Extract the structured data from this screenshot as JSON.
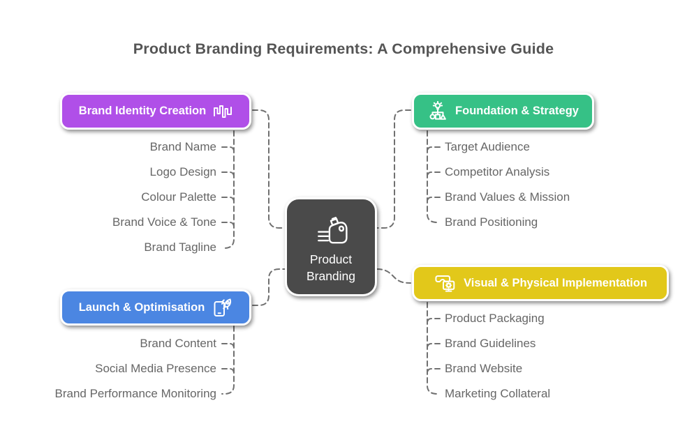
{
  "title": "Product Branding Requirements: A Comprehensive Guide",
  "colors": {
    "purple": "#b04fe8",
    "green": "#36c186",
    "blue": "#4b86e2",
    "yellow": "#e2c81a",
    "center": "#4a4a4a",
    "line": "#707070",
    "title_text": "#555555",
    "leaf_text": "#666666"
  },
  "center": {
    "label_line1": "Product",
    "label_line2": "Branding",
    "icon": "detergent-bottle-icon"
  },
  "branches": [
    {
      "label": "Brand Identity Creation",
      "icon": "waveform-icon",
      "color": "#b04fe8",
      "items": [
        "Brand Name",
        "Logo Design",
        "Colour Palette",
        "Brand Voice & Tone",
        "Brand Tagline"
      ]
    },
    {
      "label": "Foundation & Strategy",
      "icon": "idea-shapes-icon",
      "color": "#36c186",
      "items": [
        "Target Audience",
        "Competitor Analysis",
        "Brand Values & Mission",
        "Brand Positioning"
      ]
    },
    {
      "label": "Launch & Optimisation",
      "icon": "rocket-phone-icon",
      "color": "#4b86e2",
      "items": [
        "Brand Content",
        "Social Media Presence",
        "Brand Performance Monitoring"
      ]
    },
    {
      "label": "Visual & Physical Implementation",
      "icon": "ar-display-gear-icon",
      "color": "#e2c81a",
      "items": [
        "Product Packaging",
        "Brand Guidelines",
        "Brand Website",
        "Marketing Collateral"
      ]
    }
  ]
}
